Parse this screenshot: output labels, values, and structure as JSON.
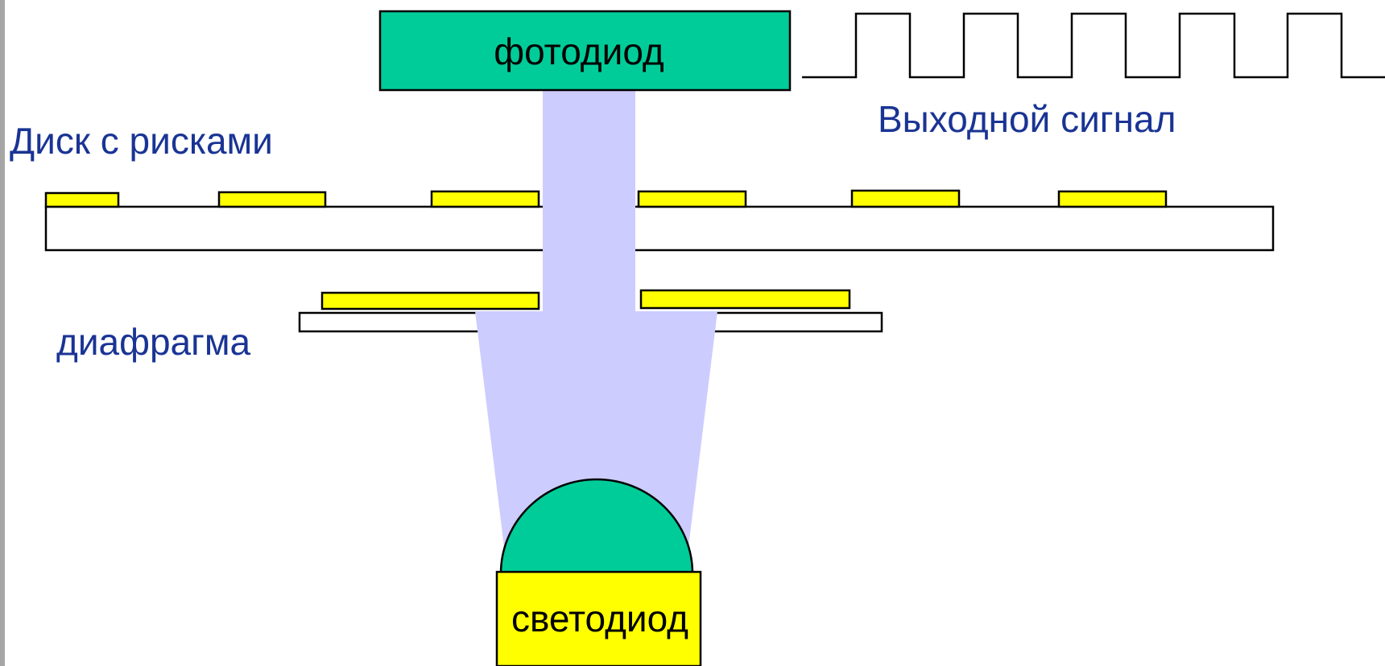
{
  "labels": {
    "photodiode": "фотодиод",
    "led": "светодиод",
    "disk": "Диск с рисками",
    "diaphragm": "диафрагма",
    "output_signal": "Выходной сигнал"
  },
  "colors": {
    "component_green": "#00cc99",
    "mark_yellow": "#ffff00",
    "light_beam": "#ccccff",
    "label_blue": "#1a3494",
    "left_border": "#a6a6a6"
  }
}
